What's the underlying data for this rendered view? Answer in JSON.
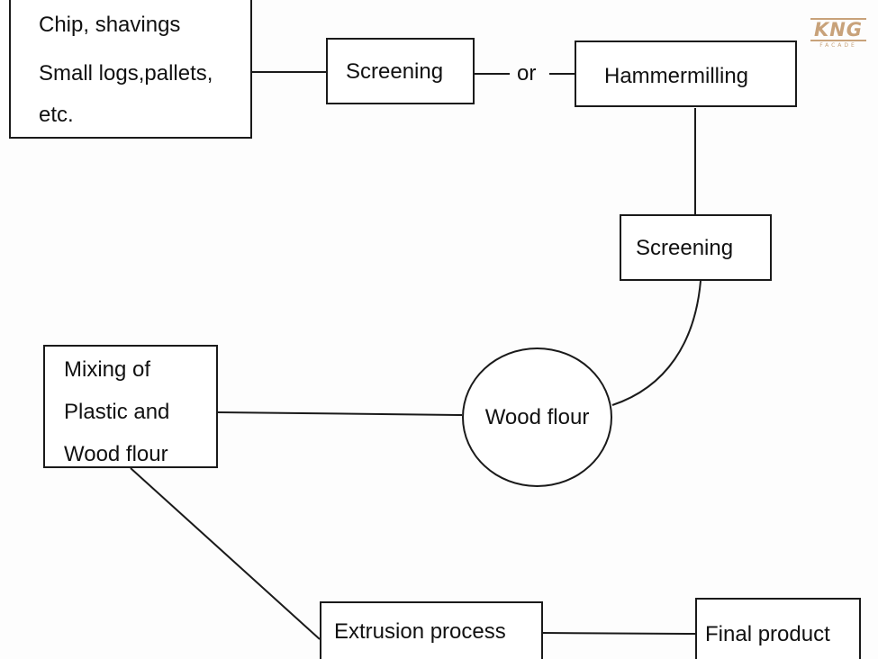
{
  "diagram": {
    "nodes": {
      "raw_material": {
        "lines": [
          "Chip, shavings",
          "Small logs,pallets,",
          "etc."
        ]
      },
      "screening_1": {
        "label": "Screening"
      },
      "or_label": "or",
      "hammermilling": {
        "label": "Hammermilling"
      },
      "screening_2": {
        "label": "Screening"
      },
      "wood_flour": {
        "label": "Wood flour"
      },
      "mixing": {
        "lines": [
          "Mixing of",
          "Plastic and",
          "Wood flour"
        ]
      },
      "extrusion": {
        "label": "Extrusion process"
      },
      "final_product": {
        "label": "Final product"
      }
    },
    "edges": [
      {
        "from": "raw_material",
        "to": "screening_1"
      },
      {
        "from": "screening_1",
        "to": "hammermilling",
        "label": "or"
      },
      {
        "from": "hammermilling",
        "to": "screening_2"
      },
      {
        "from": "screening_2",
        "to": "wood_flour"
      },
      {
        "from": "wood_flour",
        "to": "mixing"
      },
      {
        "from": "mixing",
        "to": "extrusion"
      },
      {
        "from": "extrusion",
        "to": "final_product"
      }
    ]
  },
  "watermark": {
    "main": "KNG",
    "sub": "FACADE",
    "color": "#c8a27a"
  }
}
